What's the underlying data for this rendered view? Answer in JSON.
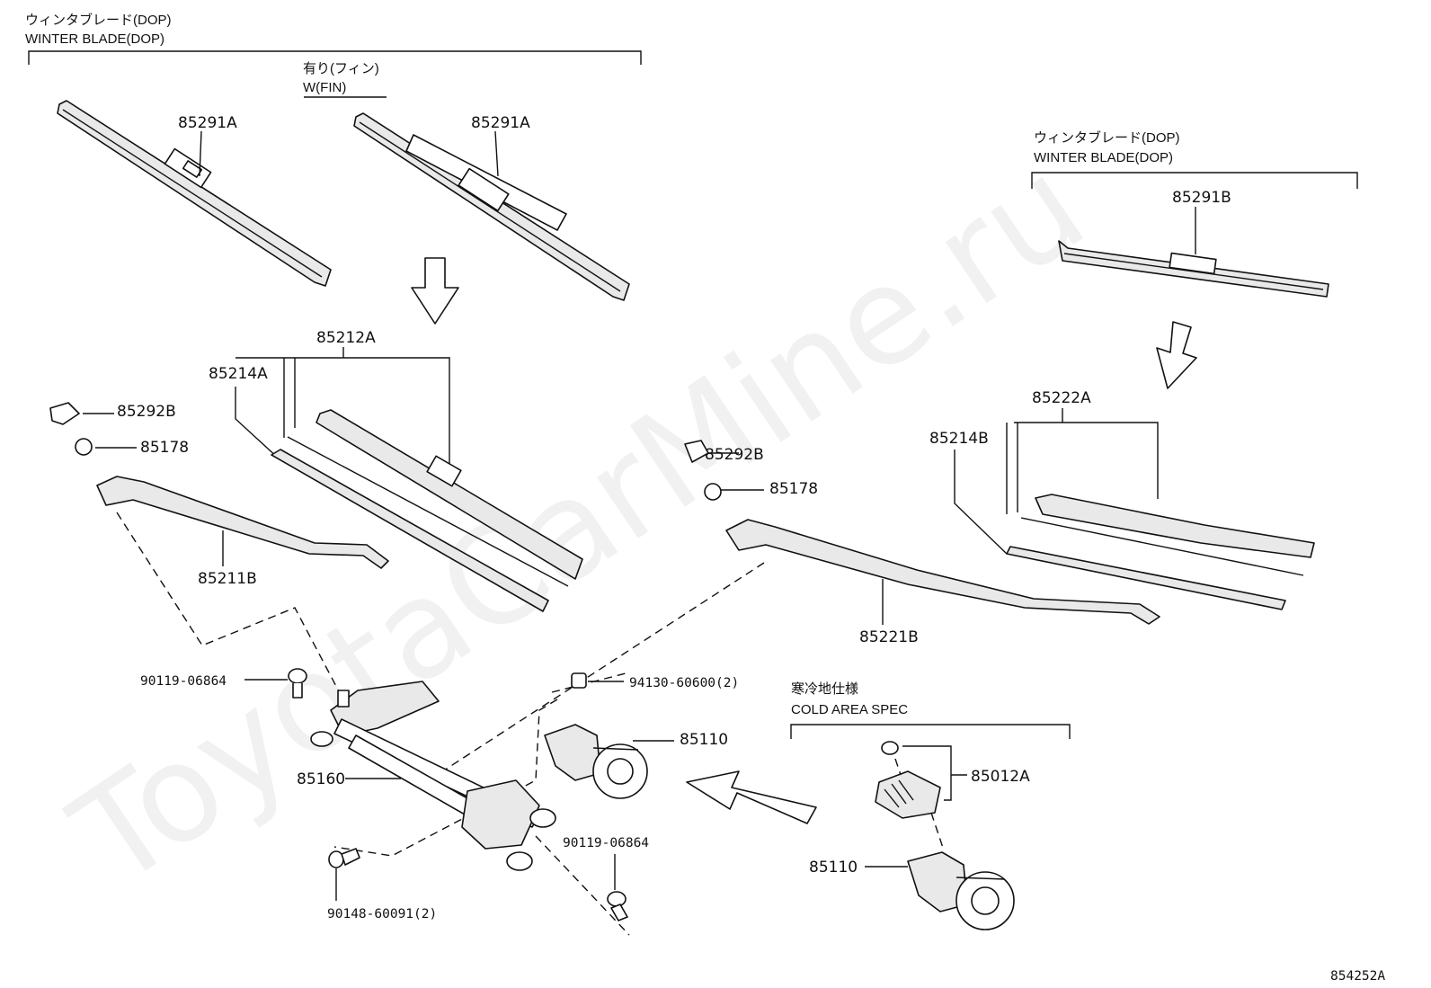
{
  "watermark": "ToyotaCarMine.ru",
  "callouts": {
    "winter_blade_top_jp": "ウィンタブレード(DOP)",
    "winter_blade_top_en": "WINTER BLADE(DOP)",
    "with_fin_jp": "有り(フィン)",
    "with_fin_en": "W(FIN)",
    "winter_blade_right_jp": "ウィンタブレード(DOP)",
    "winter_blade_right_en": "WINTER BLADE(DOP)",
    "cold_area_jp": "寒冷地仕様",
    "cold_area_en": "COLD AREA SPEC"
  },
  "parts": {
    "p85291a_1": "85291A",
    "p85291a_2": "85291A",
    "p85291b": "85291B",
    "p85212a": "85212A",
    "p85214a": "85214A",
    "p85292b_l": "85292B",
    "p85178_l": "85178",
    "p85211b": "85211B",
    "p85292b_r": "85292B",
    "p85178_r": "85178",
    "p85222a": "85222A",
    "p85214b": "85214B",
    "p85221b": "85221B",
    "p90119_top": "90119-06864",
    "p94130": "94130-60600(2)",
    "p85110_top": "85110",
    "p85160": "85160",
    "p85012a": "85012A",
    "p85110_bottom": "85110",
    "p90119_bottom": "90119-06864",
    "p90148": "90148-60091(2)"
  },
  "illustration_id": "854252A"
}
